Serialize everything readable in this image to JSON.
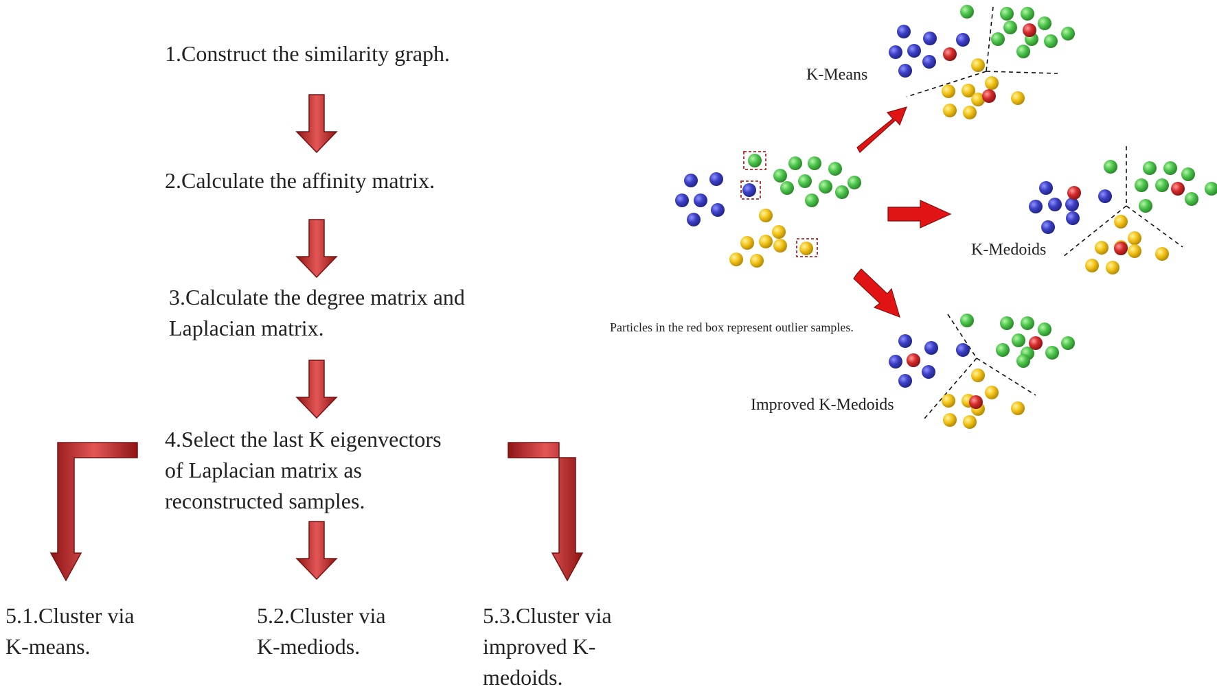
{
  "steps": {
    "step1": "1.Construct the similarity graph.",
    "step2": "2.Calculate the affinity matrix.",
    "step3_line1": "3.Calculate the degree matrix and",
    "step3_line2": "Laplacian matrix.",
    "step4_line1": "4.Select the last K eigenvectors",
    "step4_line2": "of Laplacian matrix as",
    "step4_line3": "reconstructed samples.",
    "step51_line1": "5.1.Cluster via",
    "step51_line2": "K-means.",
    "step52_line1": "5.2.Cluster via",
    "step52_line2": "K-mediods.",
    "step53_line1": "5.3.Cluster via",
    "step53_line2": "improved K-",
    "step53_line3": "medoids."
  },
  "illustration": {
    "kmeans_label": "K-Means",
    "kmedoids_label": "K-Medoids",
    "improved_label": "Improved K-Medoids",
    "outlier_note": "Particles in the red box represent outlier samples."
  },
  "colors": {
    "blue": "#3b3fc4",
    "green": "#4cc54c",
    "yellow": "#f2c318",
    "red": "#d42a2a",
    "arrow_dark": "#9e1b1b",
    "arrow_light": "#e05a5a"
  },
  "icons": {
    "flow_arrow": "down-arrow-icon",
    "branch_arrow": "bent-arrow-icon",
    "transition_arrow": "right-arrow-icon"
  }
}
